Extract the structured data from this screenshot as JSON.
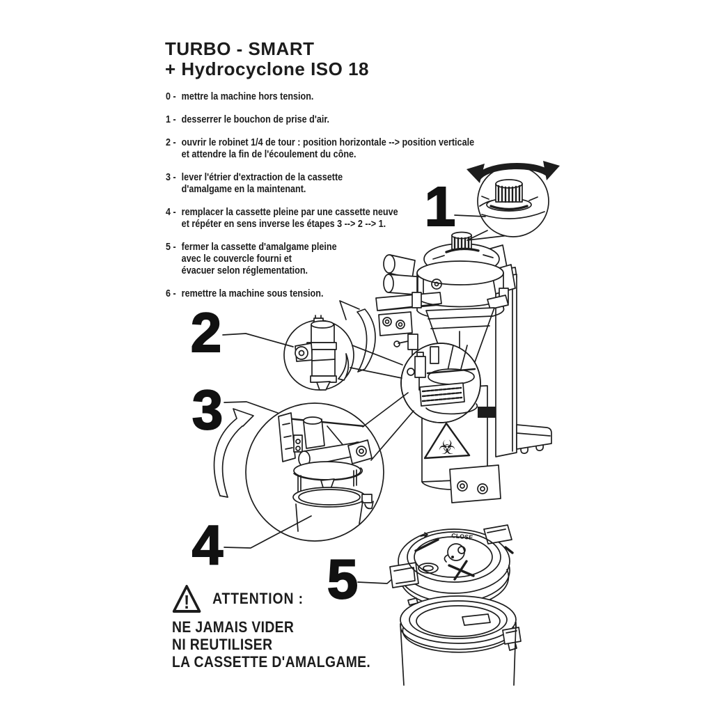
{
  "colors": {
    "ink": "#1c1c1c",
    "paper": "#ffffff"
  },
  "title": {
    "line1": "TURBO - SMART",
    "line2": "+ Hydrocyclone ISO 18"
  },
  "instructions": [
    {
      "marker": "0 -",
      "text": "mettre la machine hors tension."
    },
    {
      "marker": "1 -",
      "text": "desserrer le bouchon de prise d'air."
    },
    {
      "marker": "2 -",
      "text": "ouvrir le robinet 1/4 de tour : position horizontale --> position verticale\net attendre la fin de l'écoulement du cône."
    },
    {
      "marker": "3 -",
      "text": "lever l'étrier d'extraction de la cassette\nd'amalgame en la maintenant."
    },
    {
      "marker": "4 -",
      "text": "remplacer la cassette pleine par une cassette neuve\net répéter en sens inverse les étapes 3 --> 2 --> 1."
    },
    {
      "marker": "5 -",
      "text": "fermer la cassette d'amalgame pleine\navec le couvercle fourni et\névacuer selon réglementation."
    },
    {
      "marker": "6 -",
      "text": "remettre la machine sous tension."
    }
  ],
  "callouts": [
    {
      "label": "1"
    },
    {
      "label": "2"
    },
    {
      "label": "3"
    },
    {
      "label": "4"
    },
    {
      "label": "5"
    }
  ],
  "lid": {
    "marking": "CLOSE"
  },
  "icons": {
    "biohazard_glyph": "☣",
    "warning_glyph": "!"
  },
  "warning": {
    "title": "ATTENTION :",
    "lines": [
      "NE JAMAIS VIDER",
      "NI REUTILISER",
      "LA CASSETTE D'AMALGAME."
    ]
  }
}
